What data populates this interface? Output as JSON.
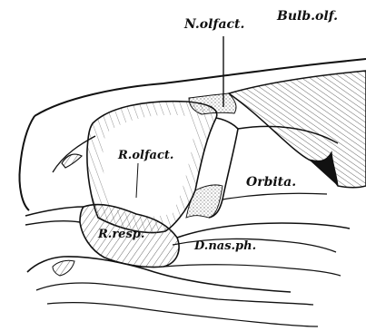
{
  "figure": {
    "labels": {
      "n_olfact": "N.olfact.",
      "bulb_olf": "Bulb.olf.",
      "r_olfact": "R.olfact.",
      "orbita": "Orbita.",
      "r_resp": "R.resp.",
      "d_nas_ph": "D.nas.ph."
    },
    "colors": {
      "ink": "#111111",
      "paper": "#ffffff",
      "hatch": "#555555"
    }
  }
}
